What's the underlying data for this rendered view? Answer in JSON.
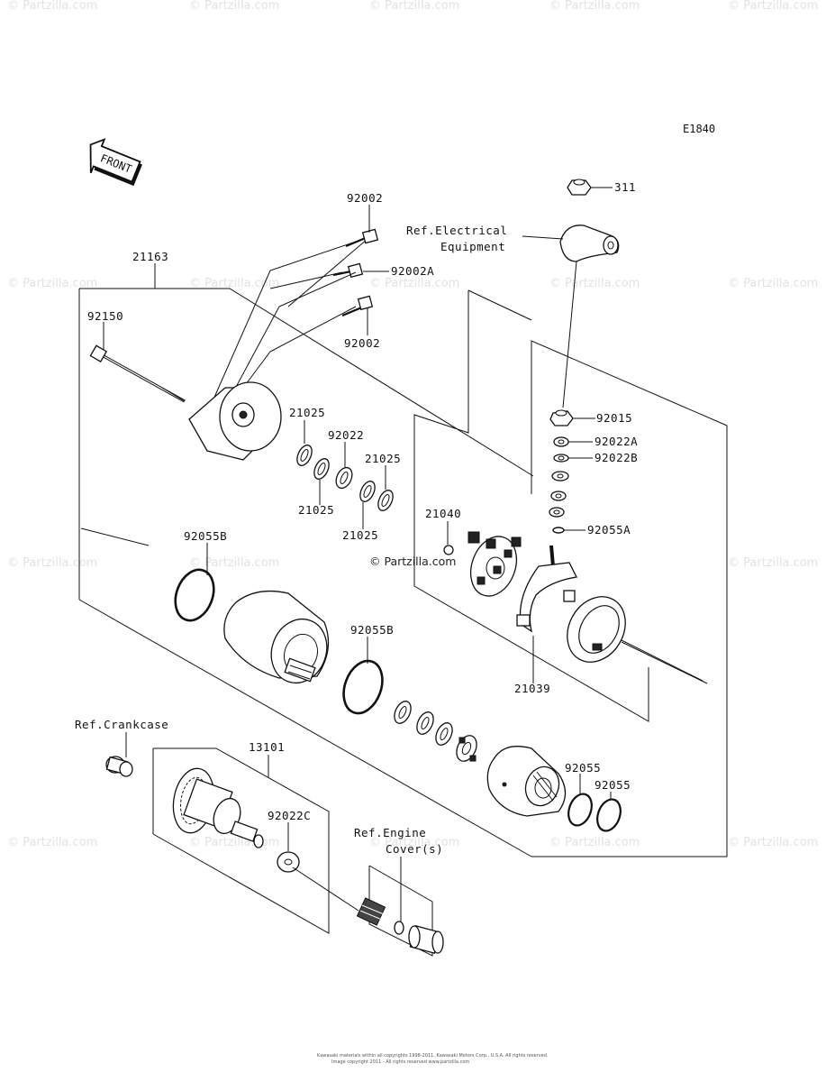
{
  "diagram": {
    "code": "E1840",
    "front_label": "FRONT",
    "labels": {
      "p311": "311",
      "ref_electrical_1": "Ref.Electrical",
      "ref_electrical_2": "Equipment",
      "p92002_top": "92002",
      "p92002A": "92002A",
      "p92002_mid": "92002",
      "p21163": "21163",
      "p92150": "92150",
      "p92015": "92015",
      "p92022A": "92022A",
      "p92022B": "92022B",
      "p92055A": "92055A",
      "p21025_a": "21025",
      "p92022": "92022",
      "p21025_b": "21025",
      "p21025_c": "21025",
      "p21025_d": "21025",
      "p21040": "21040",
      "p92055B_left": "92055B",
      "p92055B_mid": "92055B",
      "p21039": "21039",
      "ref_crankcase": "Ref.Crankcase",
      "p13101": "13101",
      "p92022C": "92022C",
      "ref_engine_1": "Ref.Engine",
      "ref_engine_2": "Cover(s)",
      "p92055_a": "92055",
      "p92055_b": "92055"
    },
    "center_watermark": "© Partzilla.com",
    "edge_watermark": "© Partzilla.com",
    "copyright_line_1": "Kawasaki materials within all copyrights 1998-2011, Kawasaki Motors Corp., U.S.A. All rights reserved.",
    "copyright_line_2": "Image copyright 2011 - All rights reserved www.partzilla.com"
  }
}
